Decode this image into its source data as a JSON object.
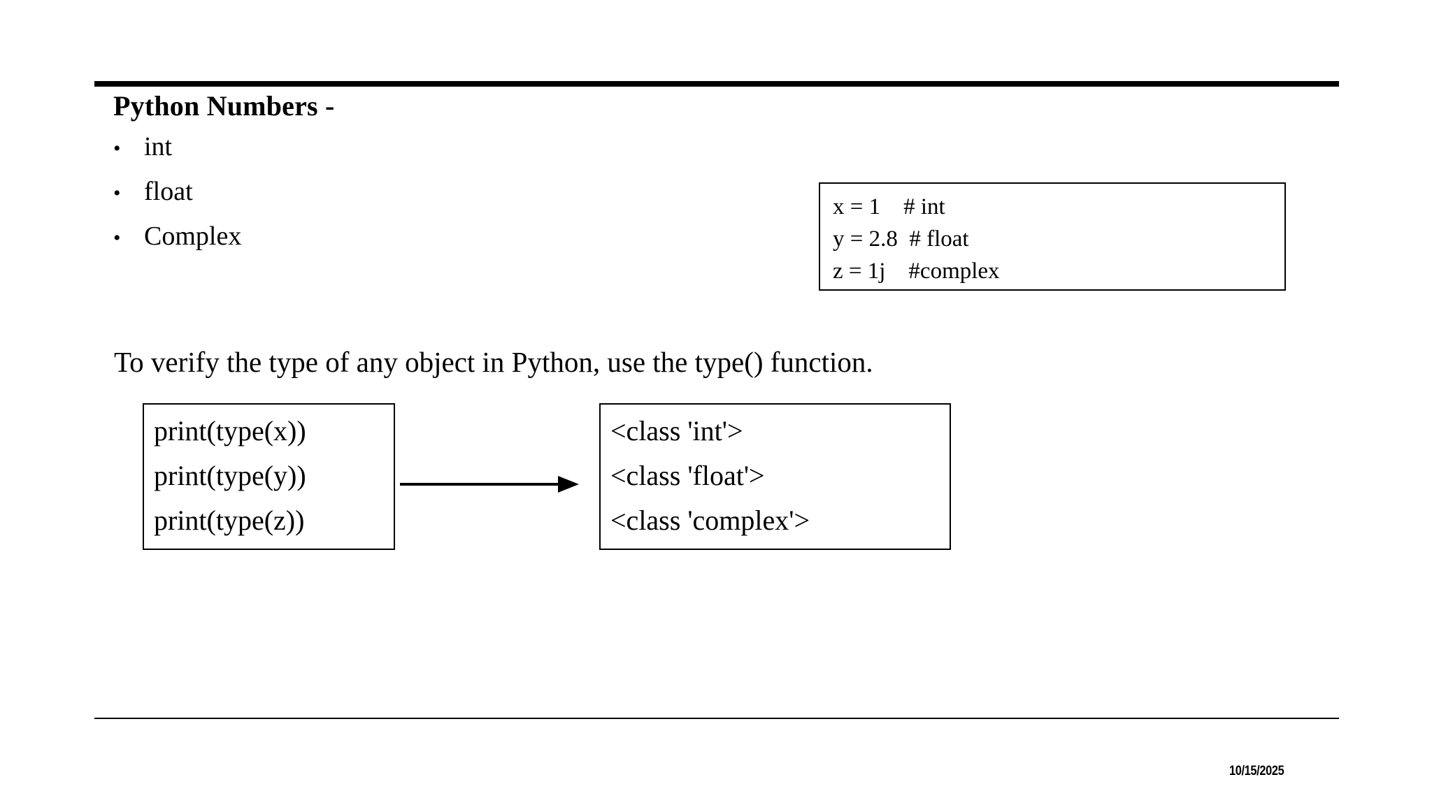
{
  "slide": {
    "background_color": "#ffffff",
    "rule_color": "#000000",
    "text_color": "#000000",
    "heading": "Python Numbers -",
    "bullets": [
      {
        "marker": "•",
        "label": "int"
      },
      {
        "marker": "•",
        "label": "float"
      },
      {
        "marker": "•",
        "label": "Complex"
      }
    ],
    "declaration_box": {
      "lines": [
        "x = 1    # int",
        "y = 2.8  # float",
        "z = 1j    #complex"
      ]
    },
    "sentence": "To verify the type of any object in Python, use the type() function.",
    "print_box": {
      "lines": [
        "print(type(x))",
        "print(type(y))",
        "print(type(z))"
      ]
    },
    "output_box": {
      "lines": [
        "<class 'int'>",
        "<class 'float'>",
        "<class 'complex'>"
      ]
    },
    "arrow": {
      "direction": "right"
    },
    "footer": {
      "date": "10/15/2025"
    }
  }
}
